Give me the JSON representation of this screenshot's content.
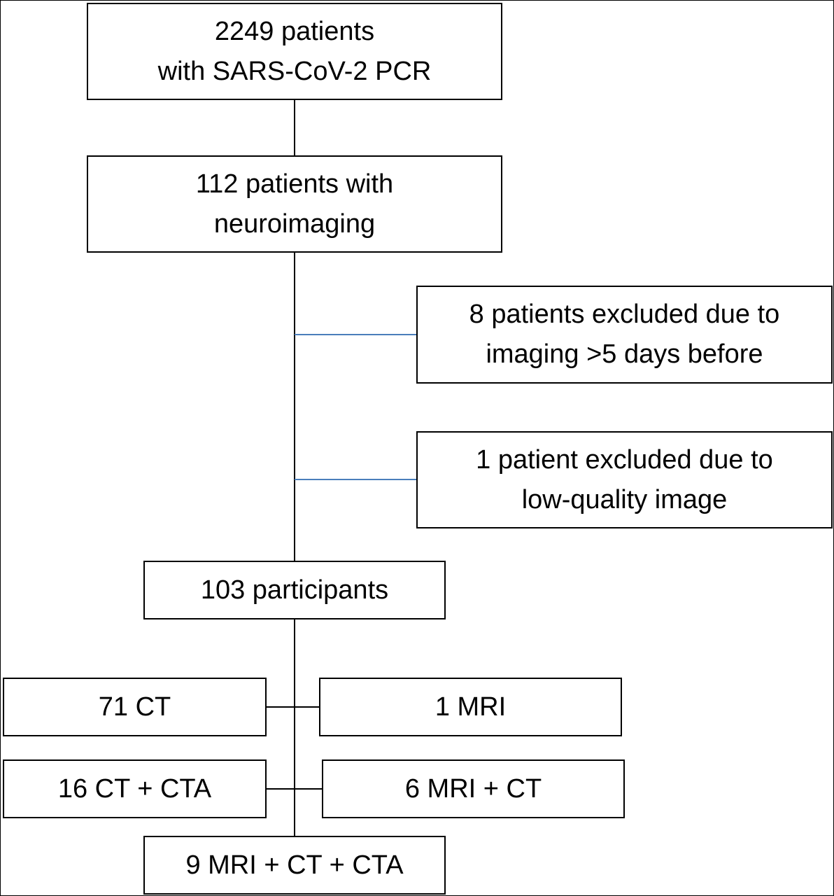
{
  "flowchart": {
    "enrolled": "2249 patients\nwith SARS-CoV-2 PCR",
    "neuroimaging": "112 patients with\nneuroimaging",
    "exclusion_timing": "8 patients excluded due to\nimaging >5 days before",
    "exclusion_quality": "1 patient excluded due to\nlow-quality image",
    "participants": "103 participants",
    "ct": "71 CT",
    "mri": "1 MRI",
    "ct_cta": "16 CT + CTA",
    "mri_ct": "6 MRI + CT",
    "mri_ct_cta": "9 MRI + CT + CTA"
  },
  "colors": {
    "box_border": "#000000",
    "connector": "#000000",
    "exclusion_connector": "#4a7ebb"
  }
}
